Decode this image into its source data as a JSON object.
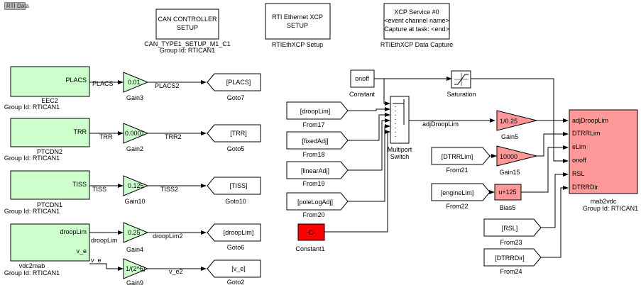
{
  "header": {
    "tag": "RTI Data"
  },
  "setup_blocks": [
    {
      "line1": "CAN CONTROLLER",
      "line2": "SETUP",
      "caption1": "CAN_TYPE1_SETUP_M1_C1",
      "caption2": "Group Id: RTICAN1"
    },
    {
      "line1": "RTI Ethernet XCP",
      "line2": "SETUP",
      "caption1": "RTIEthXCP Setup"
    },
    {
      "line1": "XCP Service #0",
      "line2": "<event channel name>",
      "line3": "Capture at task: <end>",
      "caption1": "RTIEthXCP Data Capture"
    }
  ],
  "can_blocks": [
    {
      "port": "PLACS",
      "name": "EEC2",
      "group": "Group Id: RTICAN1"
    },
    {
      "port": "TRR",
      "name": "PTCDN2",
      "group": "Group Id: RTICAN1"
    },
    {
      "port": "TISS",
      "name": "PTCDN1",
      "group": "Group Id: RTICAN1"
    },
    {
      "port1": "droopLim",
      "port2": "v_e",
      "name": "vdc2mab",
      "group": "Group Id: RTICAN1"
    }
  ],
  "signals": {
    "placs": "PLACS",
    "trr": "TRR",
    "tiss": "TISS",
    "drooplim": "droopLim",
    "ve": "v_e",
    "placs2": "PLACS2",
    "trr2": "TRR2",
    "tiss2": "TISS2",
    "drooplim2": "droopLim2",
    "ve2": "v_e2",
    "adjdrooplim": "adjDroopLim"
  },
  "gains": [
    {
      "value": "0.01",
      "name": "Gain3"
    },
    {
      "value": "0.0001",
      "name": "Gain2"
    },
    {
      "value": "0.125",
      "name": "Gain10"
    },
    {
      "value": "0.25",
      "name": "Gain4"
    },
    {
      "value": "1/(2^6)",
      "name": "Gain9"
    }
  ],
  "gotos": [
    {
      "tag": "[PLACS]",
      "name": "Goto7"
    },
    {
      "tag": "[TRR]",
      "name": "Goto5"
    },
    {
      "tag": "[TISS]",
      "name": "Goto10"
    },
    {
      "tag": "[droopLim]",
      "name": "Goto6"
    },
    {
      "tag": "[v_e]",
      "name": "Goto2"
    }
  ],
  "constant": {
    "value": "onoff",
    "name": "Constant"
  },
  "saturation": {
    "name": "Saturation"
  },
  "froms_left": [
    {
      "tag": "[droopLim]",
      "name": "From17"
    },
    {
      "tag": "[fixedAdj]",
      "name": "From18"
    },
    {
      "tag": "[linearAdj]",
      "name": "From19"
    },
    {
      "tag": "[poleLogAdj]",
      "name": "From20"
    }
  ],
  "constant1": {
    "value": "-C-",
    "name": "Constant1"
  },
  "multiport": {
    "name1": "Multiport",
    "name2": "Switch"
  },
  "right_gains": [
    {
      "value": "1/0.25",
      "name": "Gain5"
    },
    {
      "value": "10000",
      "name": "Gain15"
    }
  ],
  "bias": {
    "value": "u+125",
    "name": "Bias5"
  },
  "froms_right": [
    {
      "tag": "[DTRRLim]",
      "name": "From21"
    },
    {
      "tag": "[engineLim]",
      "name": "From22"
    },
    {
      "tag": "[RSL]",
      "name": "From23"
    },
    {
      "tag": "[DTRRDir]",
      "name": "From24"
    }
  ],
  "mab2vdc": {
    "ports": [
      "adjDroopLim",
      "DTRRLim",
      "eLim",
      "onoff",
      "RSL",
      "DTRRDir"
    ],
    "name": "mab2vdc",
    "group": "Group Id: RTICAN1"
  },
  "colors": {
    "can_green": "#ccffcc",
    "gain_green": "#ccffcc",
    "gain_red": "#ff9999",
    "mab_red": "#ff9999",
    "const_red": "#ff0000"
  }
}
